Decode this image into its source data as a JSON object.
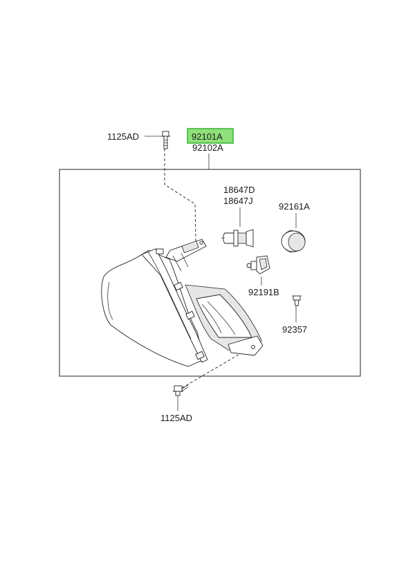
{
  "labels": {
    "bolt_top": "1125AD",
    "highlighted_main": "92101A",
    "main_alt": "92102A",
    "bulb_upper_1": "18647D",
    "bulb_upper_2": "18647J",
    "cap": "92161A",
    "bulb_socket": "92191B",
    "screw": "92357",
    "bolt_bottom": "1125AD"
  },
  "colors": {
    "highlight_fill": "#8fe07a",
    "highlight_border": "#39b339",
    "line": "#222222"
  }
}
